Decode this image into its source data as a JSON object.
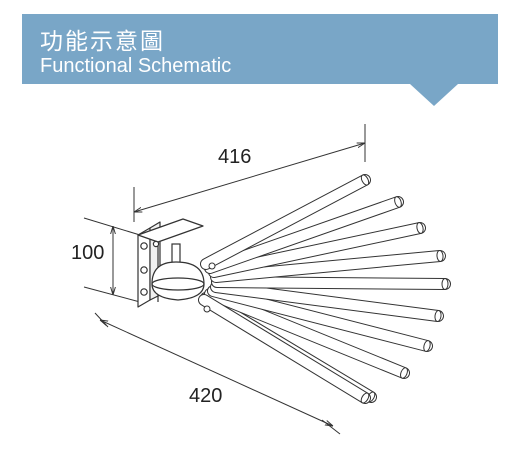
{
  "header": {
    "title_zh": "功能示意圖",
    "title_en": "Functional Schematic",
    "band_color": "#79a6c7"
  },
  "dimensions": {
    "width_top": "416",
    "height_left": "100",
    "width_bottom": "420"
  },
  "arms_count": 10
}
